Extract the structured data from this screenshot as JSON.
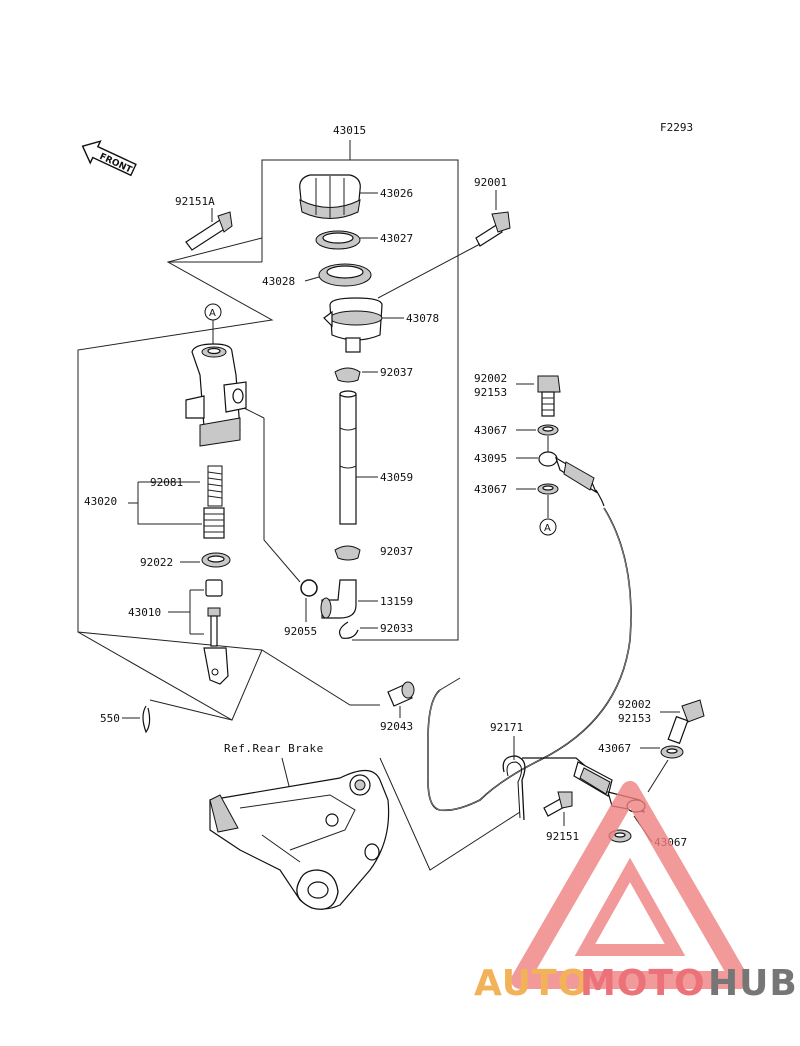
{
  "diagram_code": "F2293",
  "front_label": "FRONT",
  "ref_label": "Ref.Rear Brake",
  "circle_marker": "A",
  "parts": {
    "p43015": "43015",
    "p43026": "43026",
    "p43027": "43027",
    "p43028": "43028",
    "p43078": "43078",
    "p92037a": "92037",
    "p43059": "43059",
    "p92037b": "92037",
    "p13159": "13159",
    "p92033": "92033",
    "p92151A": "92151A",
    "p43020": "43020",
    "p92081": "92081",
    "p92022": "92022",
    "p43010": "43010",
    "p92055": "92055",
    "p550": "550",
    "p92043": "92043",
    "p92001": "92001",
    "p92002a": "92002",
    "p92153a": "92153",
    "p43067a": "43067",
    "p43095": "43095",
    "p43067b": "43067",
    "p92171": "92171",
    "p92002b": "92002",
    "p92153b": "92153",
    "p43067c": "43067",
    "p92151": "92151",
    "p43067d": "43067"
  },
  "watermark": {
    "part1": "AUTO",
    "part2": "MOTO",
    "part3": "HUB",
    "color1": "#f0a030",
    "color2": "#e8505a",
    "color3": "#555555",
    "triangle_color": "#f08080"
  }
}
